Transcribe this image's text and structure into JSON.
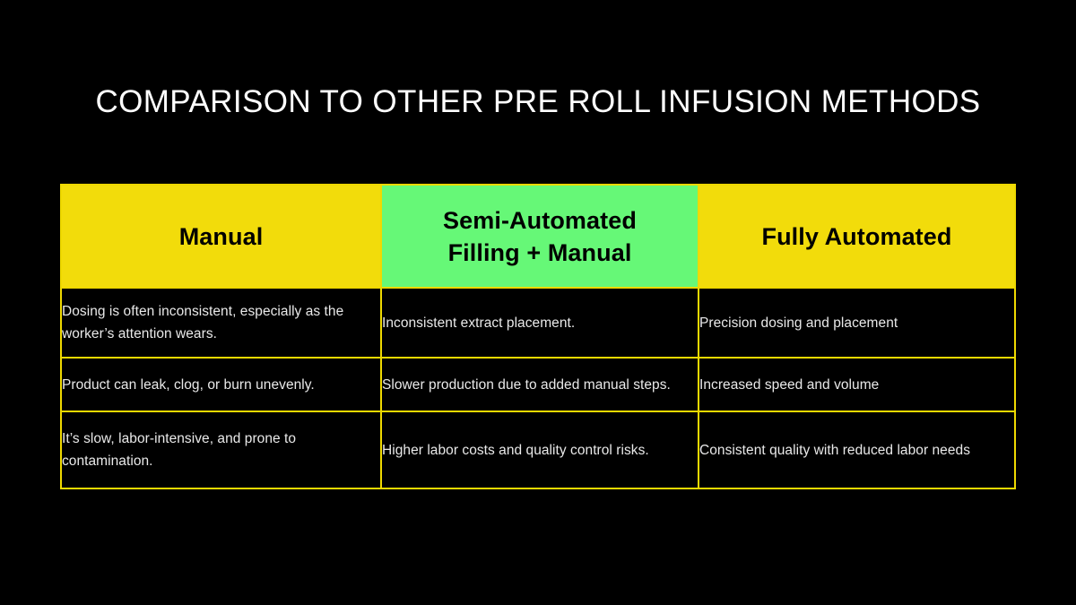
{
  "slide": {
    "title": "Comparison to Other Pre Roll Infusion Methods",
    "background_color": "#000000"
  },
  "palette": {
    "yellow": "#F2DC0B",
    "green": "#66F877",
    "border": "#EFD900",
    "title_text": "#FFFFFF",
    "header_text": "#000000",
    "body_text": "#E9E9E9"
  },
  "table": {
    "headers": [
      {
        "label": "Manual",
        "lines": [
          "Manual"
        ],
        "fill": "#F2DC0B"
      },
      {
        "label": "Semi-Automated Filling + Manual",
        "lines": [
          "Semi-Automated",
          "Filling + Manual"
        ],
        "fill": "#66F877"
      },
      {
        "label": "Fully Automated",
        "lines": [
          "Fully Automated"
        ],
        "fill": "#F2DC0B"
      }
    ],
    "rows": [
      {
        "manual": "Dosing is often inconsistent, especially as the worker’s attention wears.",
        "semi": "Inconsistent extract placement.",
        "fully": "Precision dosing and placement"
      },
      {
        "manual": "Product can leak, clog, or burn unevenly.",
        "semi": "Slower production due to added manual steps.",
        "fully": "Increased speed and volume"
      },
      {
        "manual": "It’s slow, labor-intensive, and prone to contamination.",
        "semi": "Higher labor costs and quality control risks.",
        "fully": "Consistent quality with reduced labor needs"
      }
    ]
  }
}
